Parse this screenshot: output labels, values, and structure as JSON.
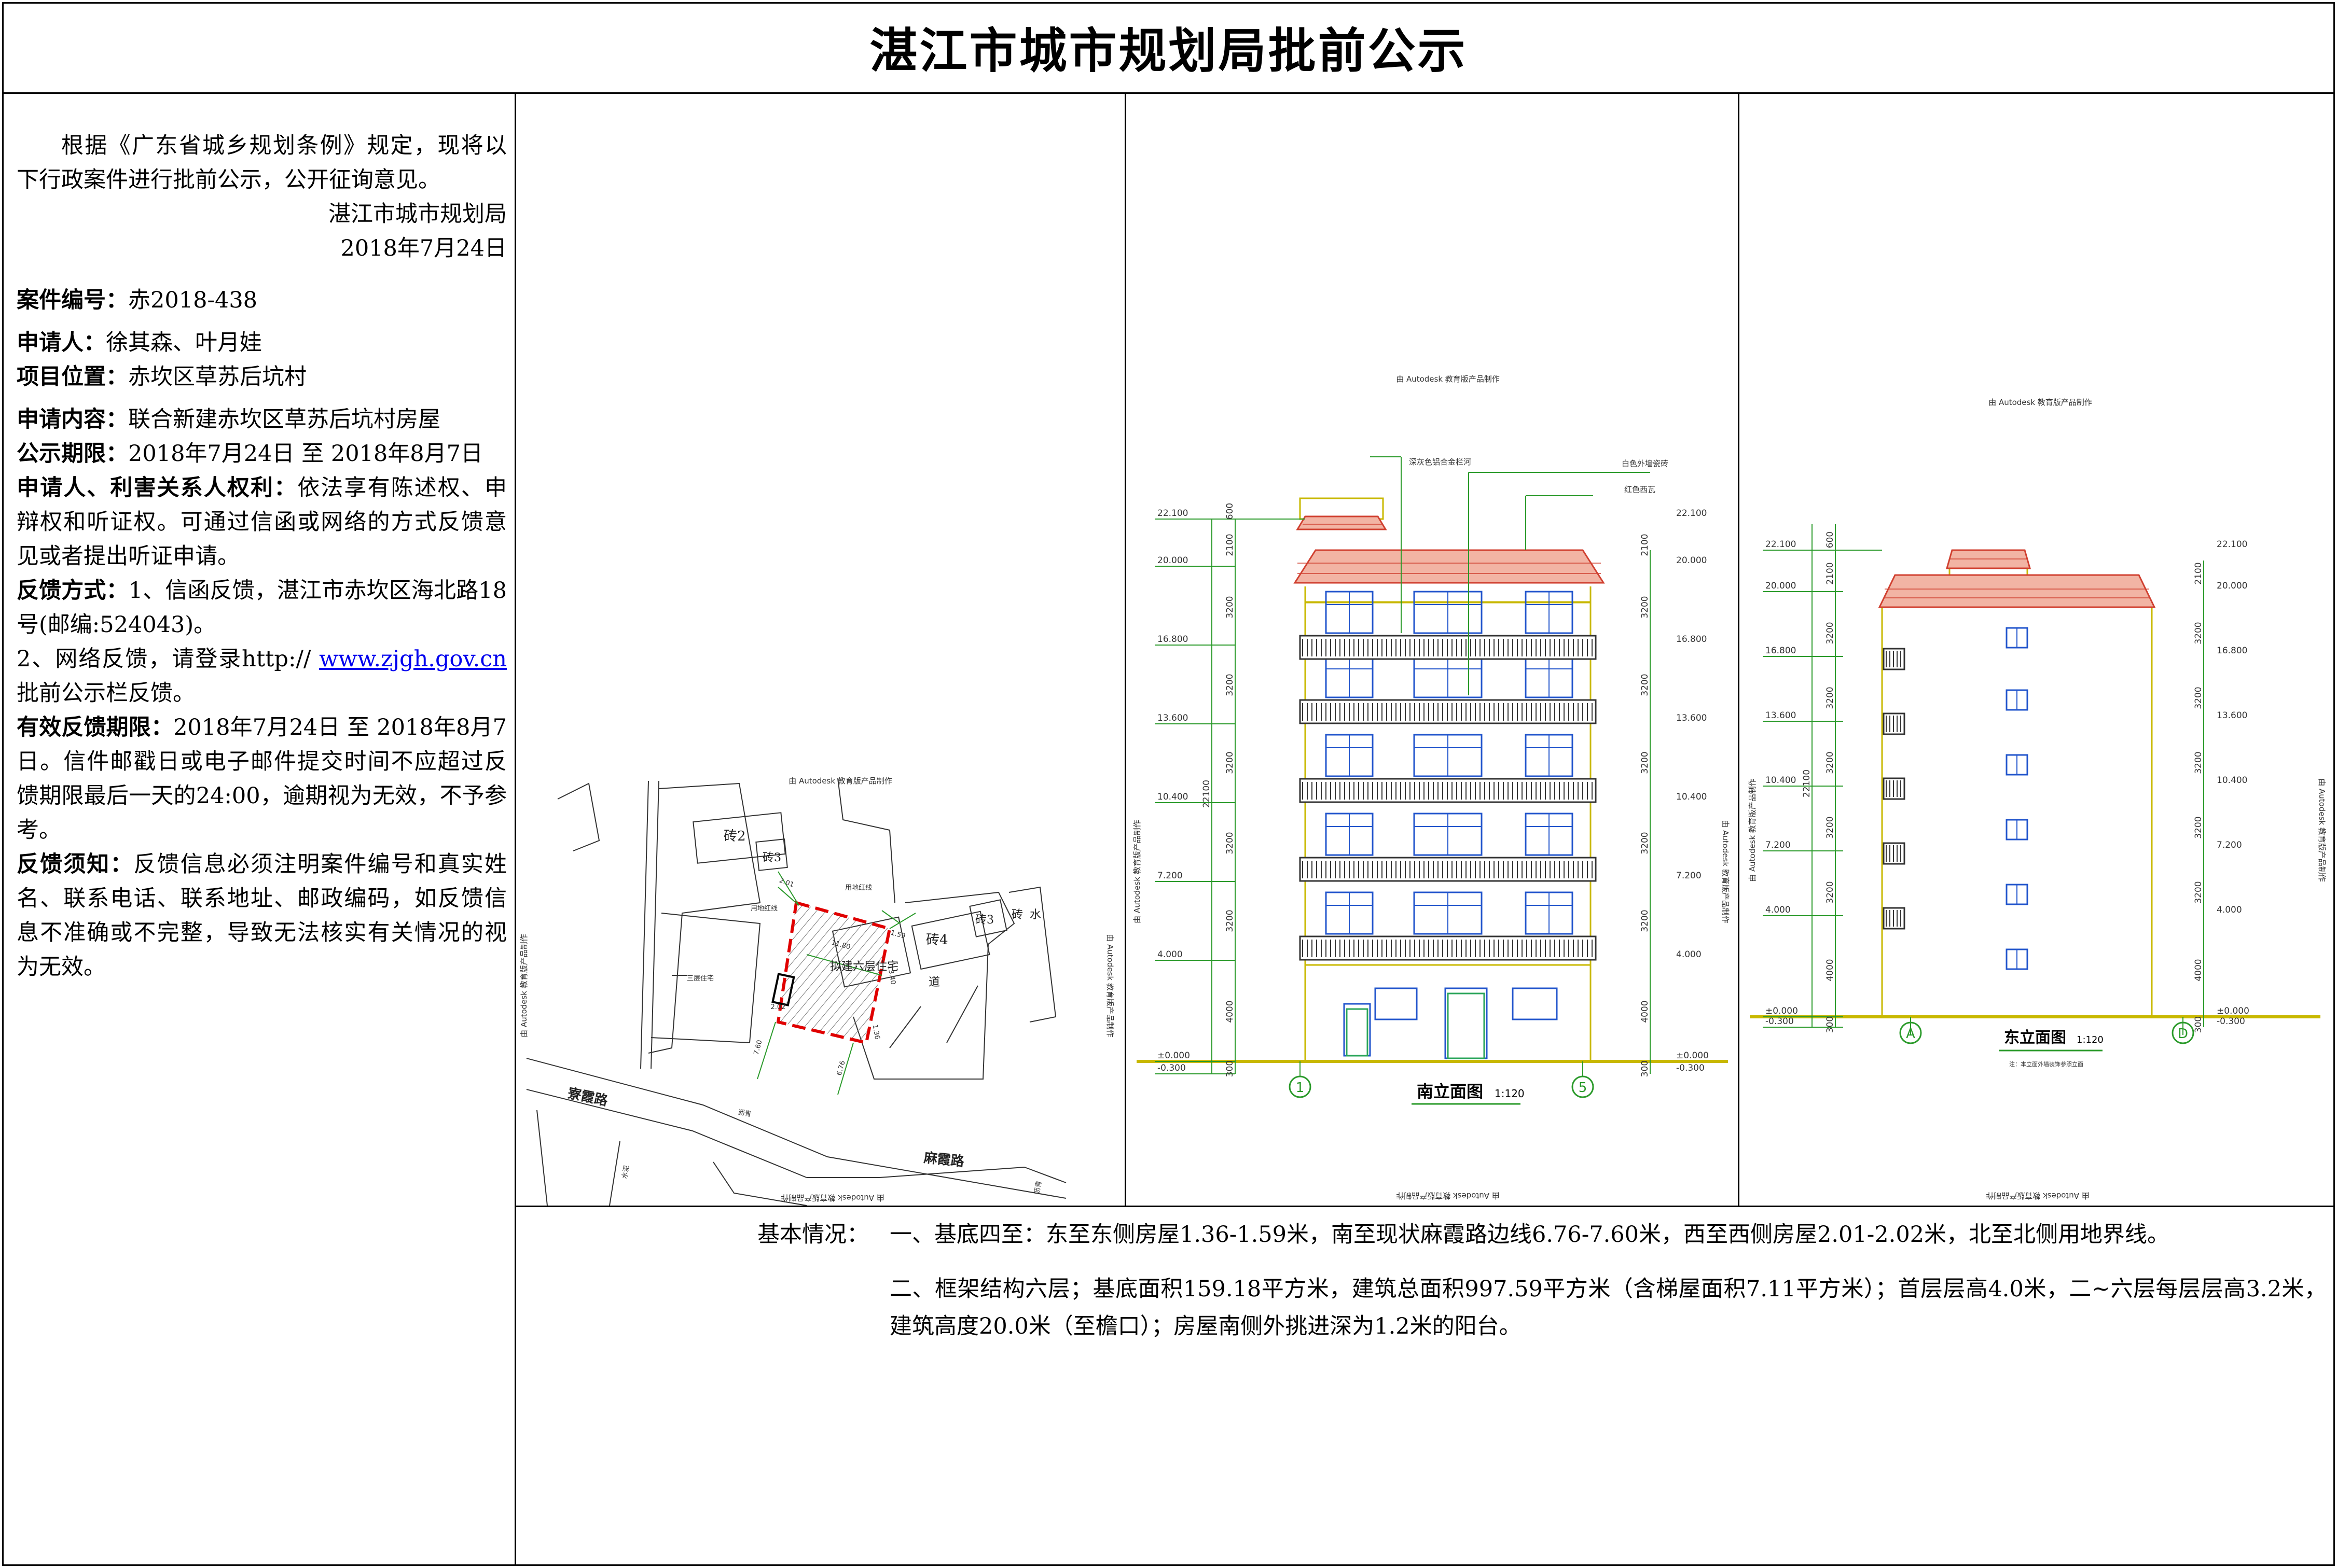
{
  "title": "湛江市城市规划局批前公示",
  "notice": {
    "intro": "根据《广东省城乡规划条例》规定，现将以下行政案件进行批前公示，公开征询意见。",
    "issuer": "湛江市城市规划局",
    "date": "2018年7月24日",
    "case_label": "案件编号：",
    "case_value": "赤2018-438",
    "applicant_label": "申请人：",
    "applicant_value": "徐其森、叶月娃",
    "location_label": "项目位置：",
    "location_value": "赤坎区草苏后坑村",
    "content_label": "申请内容：",
    "content_value": "联合新建赤坎区草苏后坑村房屋",
    "period_label": "公示期限：",
    "period_value": "2018年7月24日 至 2018年8月7日",
    "rights_label": "申请人、利害关系人权利：",
    "rights_value": "依法享有陈述权、申辩权和听证权。可通过信函或网络的方式反馈意见或者提出听证申请。",
    "feedback_label": "反馈方式：",
    "feedback_value1": "1、信函反馈，湛江市赤坎区海北路18号(邮编:524043)。",
    "feedback_value2_pre": "2、网络反馈，请登录http:// ",
    "feedback_link": "www.zjgh.gov.cn",
    "feedback_value2_post": "批前公示栏反馈。",
    "deadline_label": "有效反馈期限：",
    "deadline_value": "2018年7月24日 至 2018年8月7日。信件邮戳日或电子邮件提交时间不应超过反馈期限最后一天的24:00，逾期视为无效，不予参考。",
    "notes_label": "反馈须知：",
    "notes_value": "反馈信息必须注明案件编号和真实姓名、联系电话、联系地址、邮政编码，如反馈信息不准确或不完整，导致无法核实有关情况的视为无效。"
  },
  "site_plan": {
    "watermark": "由 Autodesk 教育版产品制作",
    "building_label": "拟建六层住宅",
    "road_a": "寮霞路",
    "road_b": "麻霞路",
    "blocks": [
      "砖2",
      "砖3",
      "砖4",
      "砖3",
      "砖",
      "水",
      "道"
    ],
    "dims": [
      "2.01",
      "11.80",
      "1.59",
      "13.40",
      "1.36",
      "7.60",
      "6.76",
      "2.02"
    ],
    "notes": [
      "用地红线",
      "用地红线",
      "三层住宅"
    ],
    "misc": [
      "水泥",
      "沥青",
      "沥青"
    ]
  },
  "south_elevation": {
    "watermark": "由 Autodesk 教育版产品制作",
    "title": "南立面图",
    "scale": "1:120",
    "callouts": [
      "深灰色铝合金栏河",
      "白色外墙瓷砖",
      "红色西瓦"
    ],
    "levels": [
      "22.100",
      "20.000",
      "16.800",
      "13.600",
      "10.400",
      "7.200",
      "4.000",
      "±0.000",
      "-0.300"
    ],
    "segments": [
      "600",
      "2100",
      "3200",
      "3200",
      "3200",
      "3200",
      "3200",
      "4000",
      "300"
    ],
    "total": "22100",
    "axes": [
      "1",
      "5"
    ]
  },
  "east_elevation": {
    "watermark": "由 Autodesk 教育版产品制作",
    "title": "东立面图",
    "scale": "1:120",
    "note": "注：本立面外墙装饰参照立面",
    "levels": [
      "22.100",
      "20.000",
      "16.800",
      "13.600",
      "10.400",
      "7.200",
      "4.000",
      "±0.000",
      "-0.300"
    ],
    "segments": [
      "600",
      "2100",
      "3200",
      "3200",
      "3200",
      "3200",
      "3200",
      "4000",
      "300"
    ],
    "total": "22100",
    "axes": [
      "A",
      "D"
    ]
  },
  "basic_info": {
    "label": "基本情况：",
    "item1": "一、基底四至：东至东侧房屋1.36-1.59米，南至现状麻霞路边线6.76-7.60米，西至西侧房屋2.01-2.02米，北至北侧用地界线。",
    "item2": "二、框架结构六层；基底面积159.18平方米，建筑总面积997.59平方米（含梯屋面积7.11平方米）；首层层高4.0米，二~六层每层层高3.2米，建筑高度20.0米（至檐口）；房屋南侧外挑进深为1.2米的阳台。"
  }
}
